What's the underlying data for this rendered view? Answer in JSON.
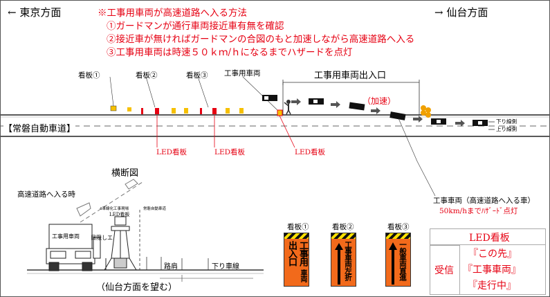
{
  "header": {
    "left_direction": "← 東京方面",
    "right_direction": "→ 仙台方面"
  },
  "notes": {
    "title": "※工事用車両が高速道路へ入る方法",
    "steps": [
      "①ガードマンが通行車両接近車有無を確認",
      "②接近車が無ければガードマンの合図のもと加速しながら高速道路へ入る",
      "③工事用車両は時速５０ｋｍ/ｈになるまでハザードを点灯"
    ]
  },
  "plan": {
    "sign_labels": [
      "看板①",
      "看板②",
      "看板③"
    ],
    "vehicle_label": "工事用車両",
    "entrance_label": "工事用車両出入口",
    "accel_label": "（加速）",
    "road_name": "【常磐自動車道】",
    "lane_down": "下り線側",
    "lane_up": "上り線側",
    "led_labels": [
      "LED看板",
      "LED看板",
      "LED看板"
    ],
    "vehicle_callout": "工事車両（高速道路へ入る車）",
    "hazard_callout": "50km/hまでﾊｻﾞｰﾄﾞ点灯"
  },
  "section": {
    "title": "横断図",
    "entering_label": "高速道路へ入る時",
    "truck_label": "工事用車両",
    "led_label": "LED看板",
    "eye_label": "目隠しエ",
    "lane_note_left": "4車線化工事現場",
    "lane_note_right": "常磐自動車道",
    "shoulder_label": "路肩",
    "down_lane_label": "下り車線",
    "caption": "（仙台方面を望む）"
  },
  "signs": [
    {
      "label": "看板①",
      "lines": [
        "工事用",
        "出入口"
      ],
      "line2": [
        "車両",
        ""
      ]
    },
    {
      "label": "看板②",
      "text": "工事車両左折"
    },
    {
      "label": "看板③",
      "text": "一般車両直進"
    }
  ],
  "led_panel": {
    "title": "LED看板",
    "receive_label": "受信",
    "messages": [
      "『この先』",
      "『工事車両』",
      "『走行中』"
    ]
  },
  "colors": {
    "accent": "#e60012",
    "sign_orange": "#f26a1b"
  }
}
